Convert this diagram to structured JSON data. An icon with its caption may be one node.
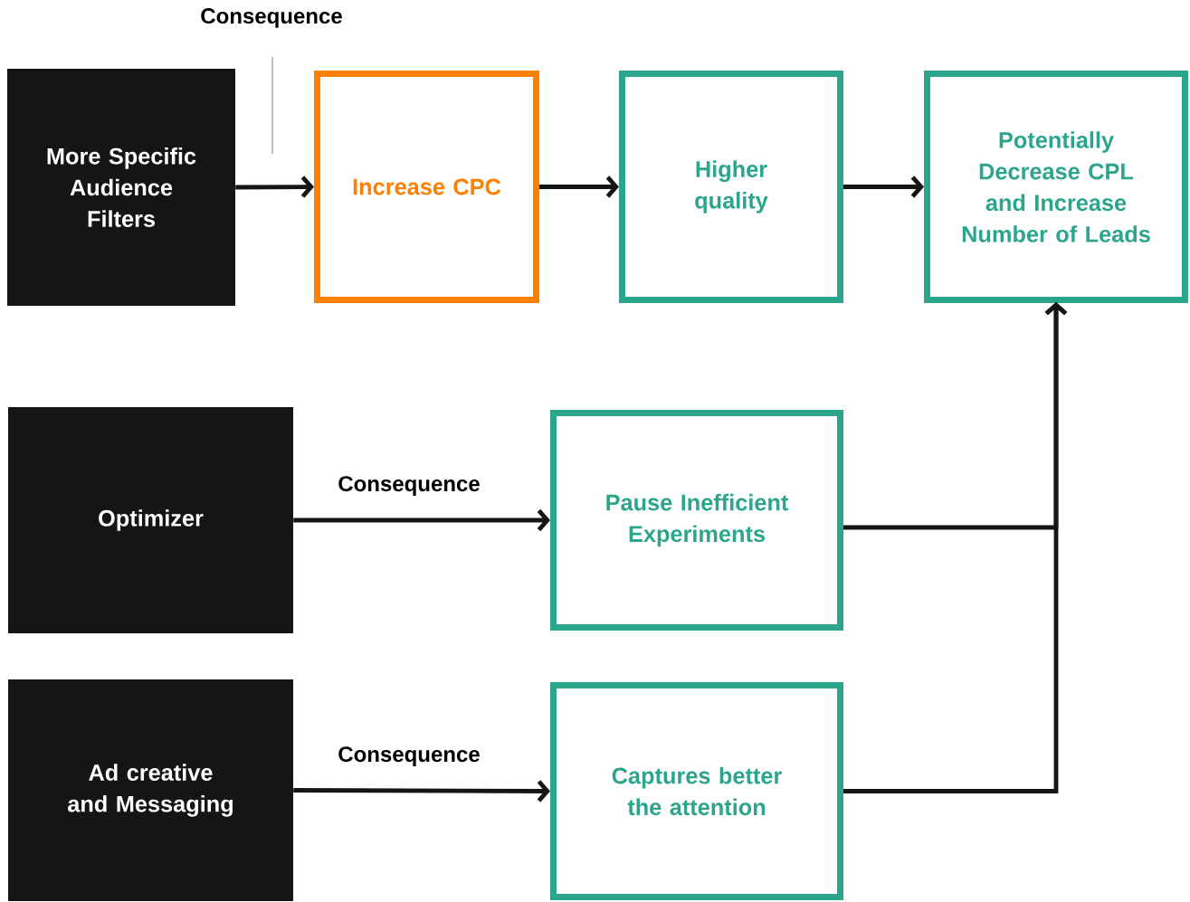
{
  "diagram": {
    "nodes": [
      {
        "text": [
          "More Specific Audience Filters"
        ]
      },
      {
        "text": [
          "Increase CPC"
        ]
      },
      {
        "text": [
          "Higher quality"
        ]
      },
      {
        "text": [
          "Potentially Decrease CPL and Increase Number of Leads"
        ]
      },
      {
        "text": [
          "Optimizer"
        ]
      },
      {
        "text": [
          "Pause Inefficient Experiments"
        ]
      },
      {
        "text": [
          "Ad creative and Messaging"
        ]
      },
      {
        "text": [
          "Captures better the attention"
        ]
      }
    ],
    "edges": [
      {
        "from": 0,
        "to": 1,
        "arrow": "to"
      },
      {
        "from": 1,
        "to": 2,
        "arrow": "to"
      },
      {
        "from": 2,
        "to": 3,
        "arrow": "to"
      },
      {
        "from": 4,
        "to": 5,
        "arrow": "to",
        "label": "Consequence"
      },
      {
        "from": 6,
        "to": 7,
        "arrow": "to",
        "label": "Consequence"
      },
      {
        "from": 5,
        "to": 3,
        "arrow": "to"
      },
      {
        "from": 7,
        "to": 3,
        "arrow": "to"
      }
    ],
    "labels": [
      "Consequence"
    ]
  }
}
